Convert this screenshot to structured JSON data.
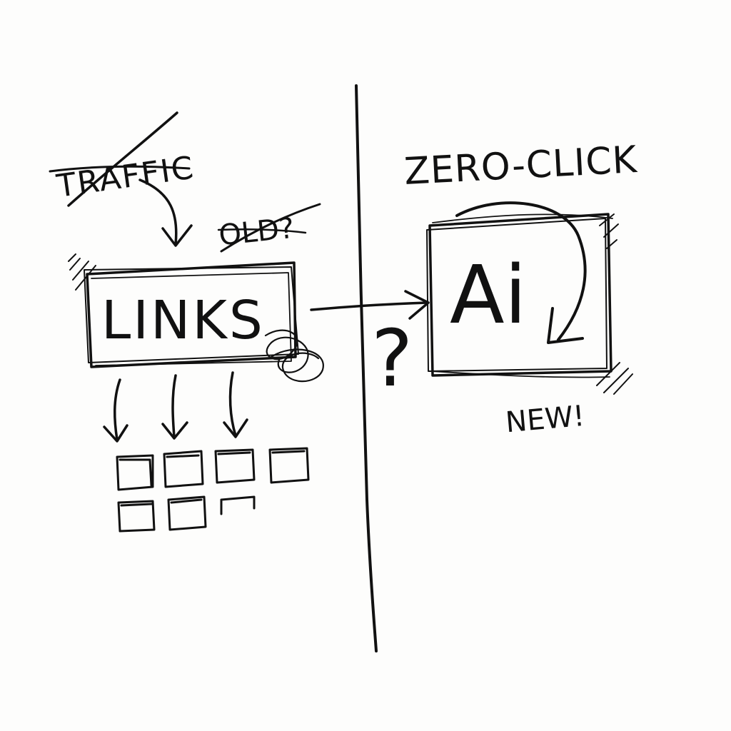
{
  "left": {
    "traffic_label": "TRAFFIC",
    "old_label": "OLD?",
    "links_label": "LINKS"
  },
  "middle": {
    "question_label": "?"
  },
  "right": {
    "title": "ZERO-CLICK",
    "ai_label": "Ai",
    "new_label": "NEW!"
  },
  "colors": {
    "ink": "#111111",
    "paper": "#fdfdfc"
  }
}
